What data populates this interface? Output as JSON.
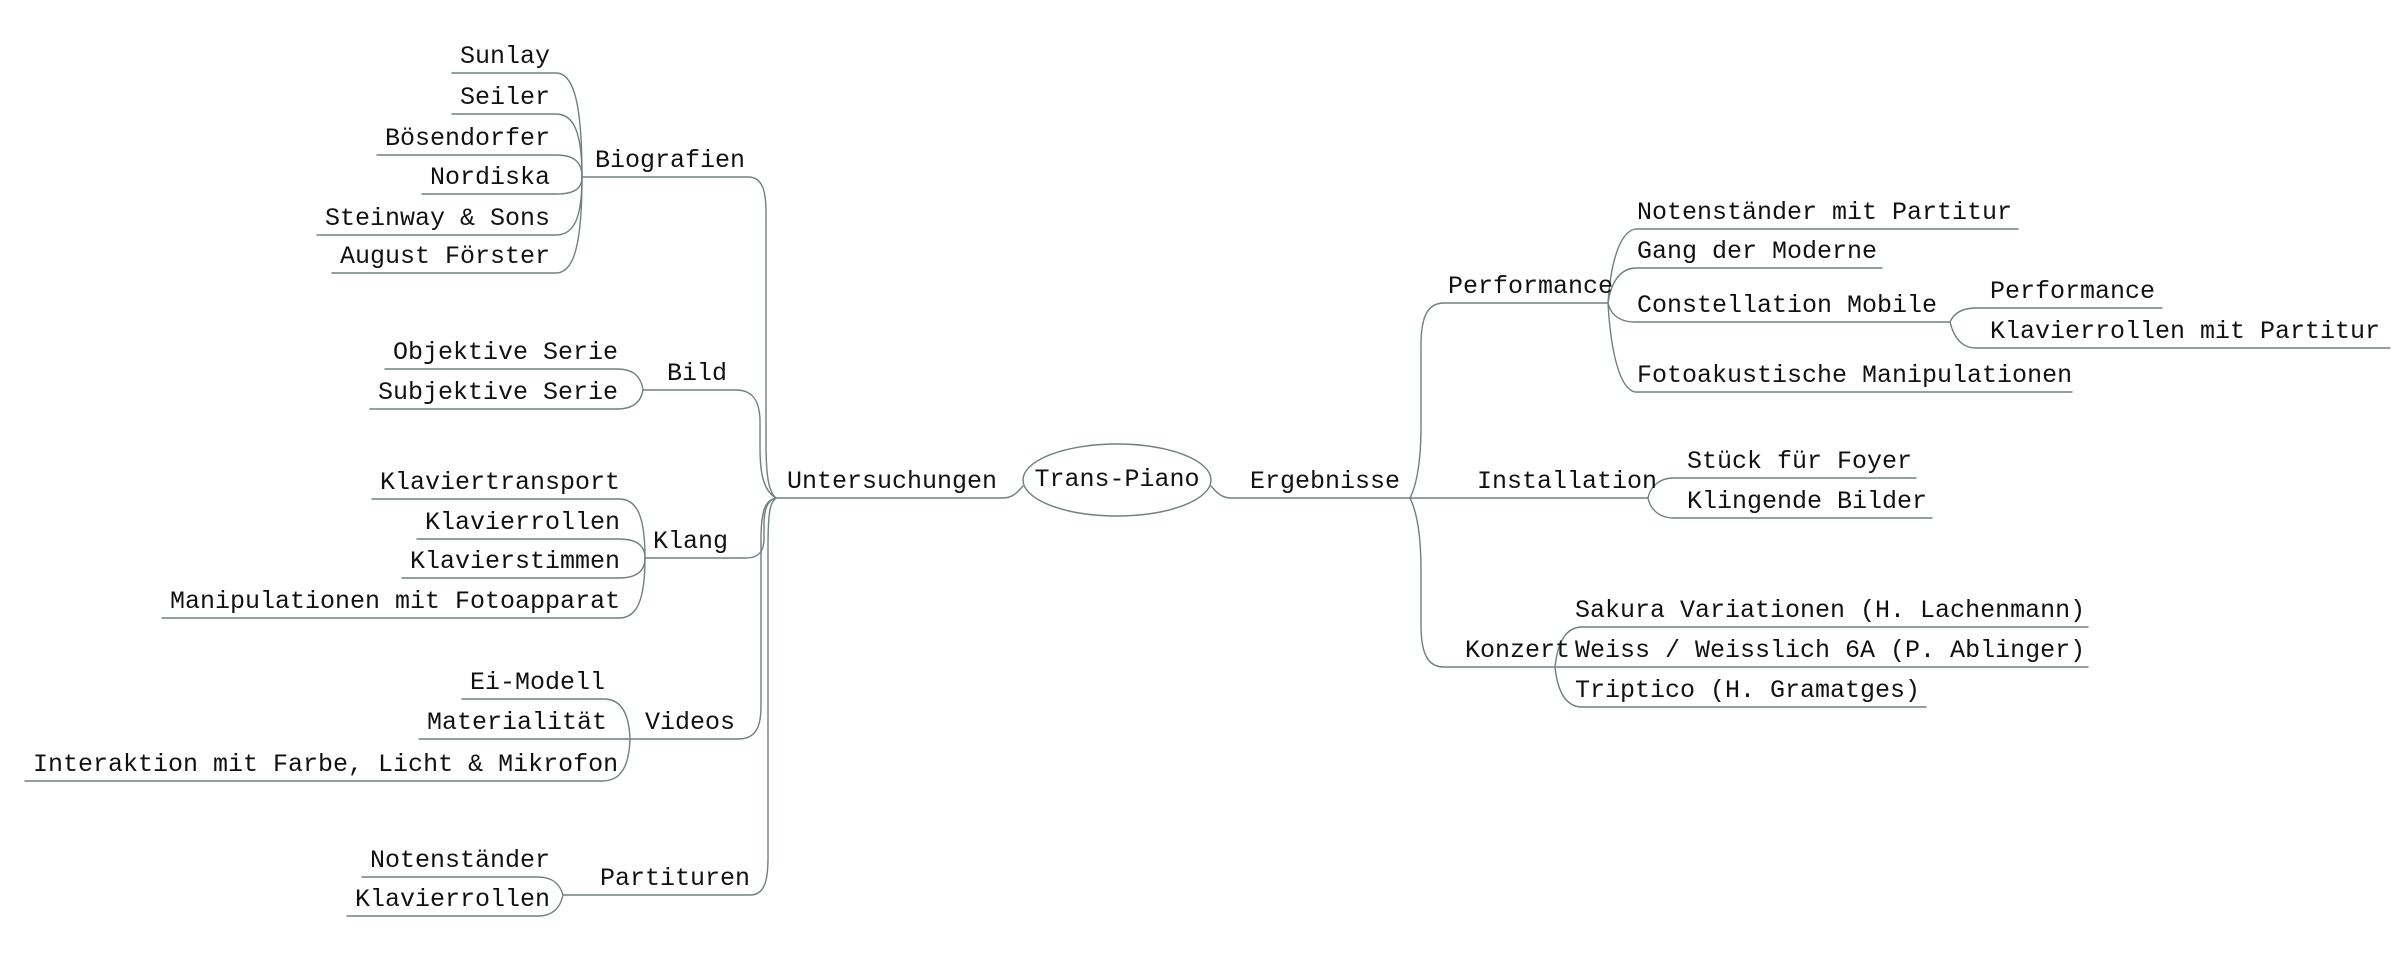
{
  "map": {
    "colors": {
      "edge": "#708080",
      "text": "#111111",
      "background": "#ffffff"
    },
    "root": {
      "label": "Trans-Piano"
    },
    "left_branch": {
      "label": "Untersuchungen",
      "children": [
        {
          "label": "Biografien",
          "children": [
            {
              "label": "Sunlay"
            },
            {
              "label": "Seiler"
            },
            {
              "label": "Bösendorfer"
            },
            {
              "label": "Nordiska"
            },
            {
              "label": "Steinway & Sons"
            },
            {
              "label": "August Förster"
            }
          ]
        },
        {
          "label": "Bild",
          "children": [
            {
              "label": "Objektive Serie"
            },
            {
              "label": "Subjektive Serie"
            }
          ]
        },
        {
          "label": "Klang",
          "children": [
            {
              "label": "Klaviertransport"
            },
            {
              "label": "Klavierrollen"
            },
            {
              "label": "Klavierstimmen"
            },
            {
              "label": "Manipulationen mit Fotoapparat"
            }
          ]
        },
        {
          "label": "Videos",
          "children": [
            {
              "label": "Ei-Modell"
            },
            {
              "label": "Materialität"
            },
            {
              "label": "Interaktion mit Farbe, Licht & Mikrofon"
            }
          ]
        },
        {
          "label": "Partituren",
          "children": [
            {
              "label": "Notenständer"
            },
            {
              "label": "Klavierrollen"
            }
          ]
        }
      ]
    },
    "right_branch": {
      "label": "Ergebnisse",
      "children": [
        {
          "label": "Performance",
          "children": [
            {
              "label": "Notenständer mit Partitur"
            },
            {
              "label": "Gang der Moderne"
            },
            {
              "label": "Constellation Mobile",
              "children": [
                {
                  "label": "Performance"
                },
                {
                  "label": "Klavierrollen mit Partitur"
                }
              ]
            },
            {
              "label": "Fotoakustische Manipulationen"
            }
          ]
        },
        {
          "label": "Installation",
          "children": [
            {
              "label": "Stück für Foyer"
            },
            {
              "label": "Klingende Bilder"
            }
          ]
        },
        {
          "label": "Konzert",
          "children": [
            {
              "label": "Sakura Variationen (H. Lachenmann)"
            },
            {
              "label": "Weiss / Weisslich 6A (P. Ablinger)"
            },
            {
              "label": "Triptico (H. Gramatges)"
            }
          ]
        }
      ]
    }
  }
}
